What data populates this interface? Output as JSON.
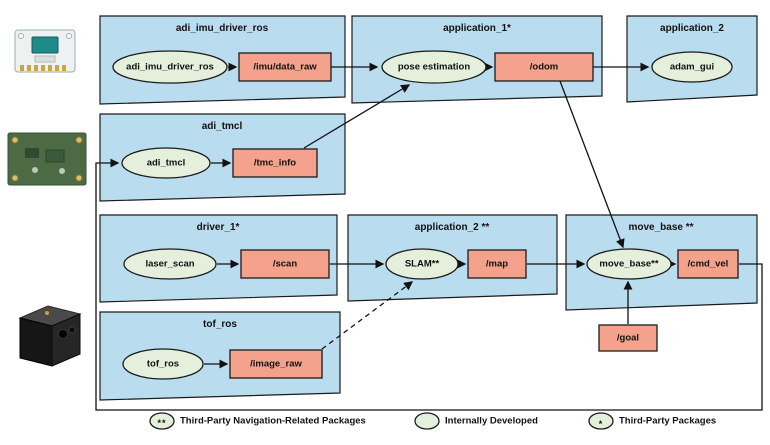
{
  "boxes": {
    "imu": {
      "title": "adi_imu_driver_ros",
      "node": "adi_imu_driver_ros",
      "topic": "/imu/data_raw"
    },
    "app1": {
      "title": "application_1*",
      "node": "pose estimation",
      "topic": "/odom"
    },
    "app2": {
      "title": "application_2",
      "node": "adam_gui"
    },
    "tmcl": {
      "title": "adi_tmcl",
      "node": "adi_tmcl",
      "topic": "/tmc_info"
    },
    "driver1": {
      "title": "driver_1*",
      "node": "laser_scan",
      "topic": "/scan"
    },
    "app2_nav": {
      "title": "application_2 **",
      "node": "SLAM**",
      "topic": "/map"
    },
    "move_base": {
      "title": "move_base **",
      "node": "move_base**",
      "topic": "/cmd_vel"
    },
    "tof": {
      "title": "tof_ros",
      "node": "tof_ros",
      "topic": "/image_raw"
    }
  },
  "standalone": {
    "goal_topic": "/goal"
  },
  "legend": {
    "nav": {
      "marker": "**",
      "label": "Third-Party Navigation-Related Packages"
    },
    "internal": {
      "marker": "",
      "label": "Internally Developed"
    },
    "third_party": {
      "marker": "*",
      "label": "Third-Party Packages"
    }
  },
  "colors": {
    "package_box": "#badcef",
    "node_ellipse": "#e4efdc",
    "topic_rect": "#f4a28c",
    "outline": "#1b1b1b"
  }
}
